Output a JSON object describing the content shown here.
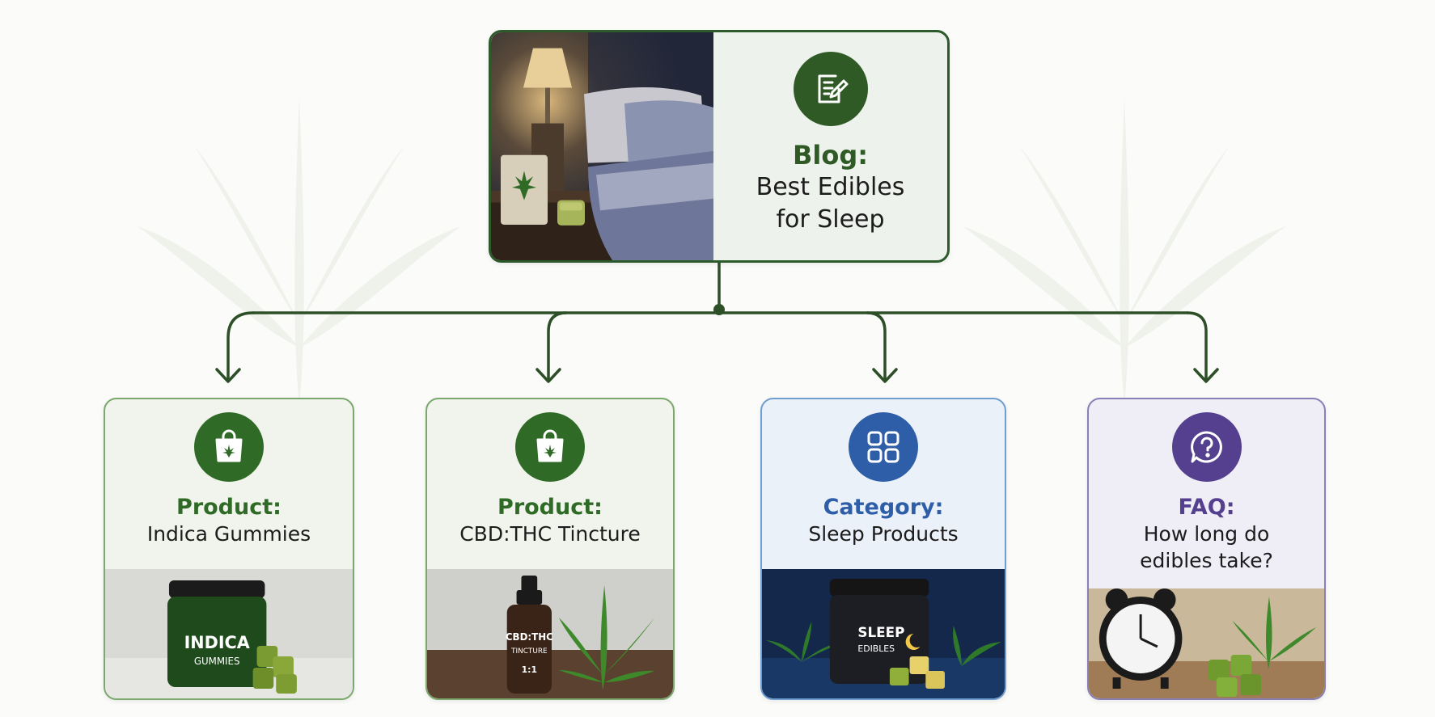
{
  "hub": {
    "kind": "Blog:",
    "title_line1": "Best Edibles",
    "title_line2": "for Sleep",
    "icon": "document-edit-icon"
  },
  "cards": [
    {
      "kind": "Product:",
      "title_line1": "Indica Gummies",
      "title_line2": "",
      "icon": "shopping-bag-leaf-icon",
      "accent": "#2f6b26",
      "jar_label_1": "INDICA",
      "jar_label_2": "GUMMIES"
    },
    {
      "kind": "Product:",
      "title_line1": "CBD:THC Tincture",
      "title_line2": "",
      "icon": "shopping-bag-leaf-icon",
      "accent": "#2f6b26",
      "bottle_label_1": "CBD:THC",
      "bottle_label_2": "TINCTURE",
      "bottle_label_3": "1:1"
    },
    {
      "kind": "Category:",
      "title_line1": "Sleep Products",
      "title_line2": "",
      "icon": "grid-icon",
      "accent": "#2f5ea8",
      "jar_label_1": "SLEEP",
      "jar_label_2": "EDIBLES"
    },
    {
      "kind": "FAQ:",
      "title_line1": "How long do",
      "title_line2": "edibles take?",
      "icon": "question-bubble-icon",
      "accent": "#54408f"
    }
  ],
  "colors": {
    "connector": "#2d4f27",
    "product_border": "#7aa86d",
    "category_border": "#6f9fd0",
    "faq_border": "#8a80b8"
  }
}
